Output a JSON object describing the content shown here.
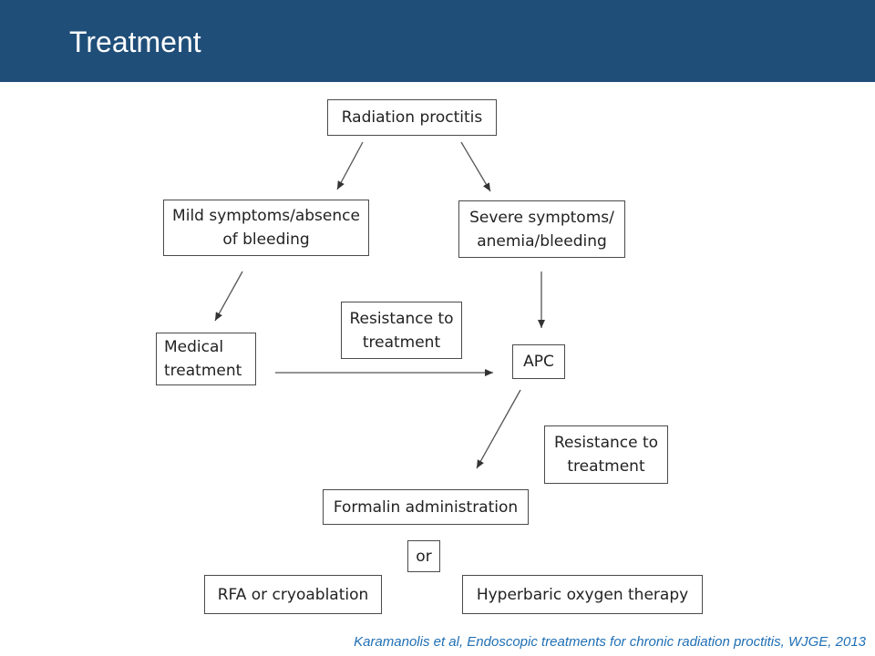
{
  "header": {
    "title": "Treatment"
  },
  "nodes": {
    "radiation_proctitis": "Radiation proctitis",
    "mild_symptoms": "Mild symptoms/absence of bleeding",
    "severe_symptoms": "Severe symptoms/ anemia/bleeding",
    "medical_treatment": "Medical treatment",
    "resistance_1": "Resistance to treatment",
    "apc": "APC",
    "resistance_2": "Resistance to treatment",
    "formalin": "Formalin administration",
    "or": "or",
    "rfa": "RFA or cryoablation",
    "hyperbaric": "Hyperbaric oxygen therapy"
  },
  "citation": "Karamanolis et al, Endoscopic treatments for chronic radiation proctitis, WJGE, 2013",
  "colors": {
    "header_bg": "#1f4e79",
    "citation": "#1f6fb4"
  }
}
